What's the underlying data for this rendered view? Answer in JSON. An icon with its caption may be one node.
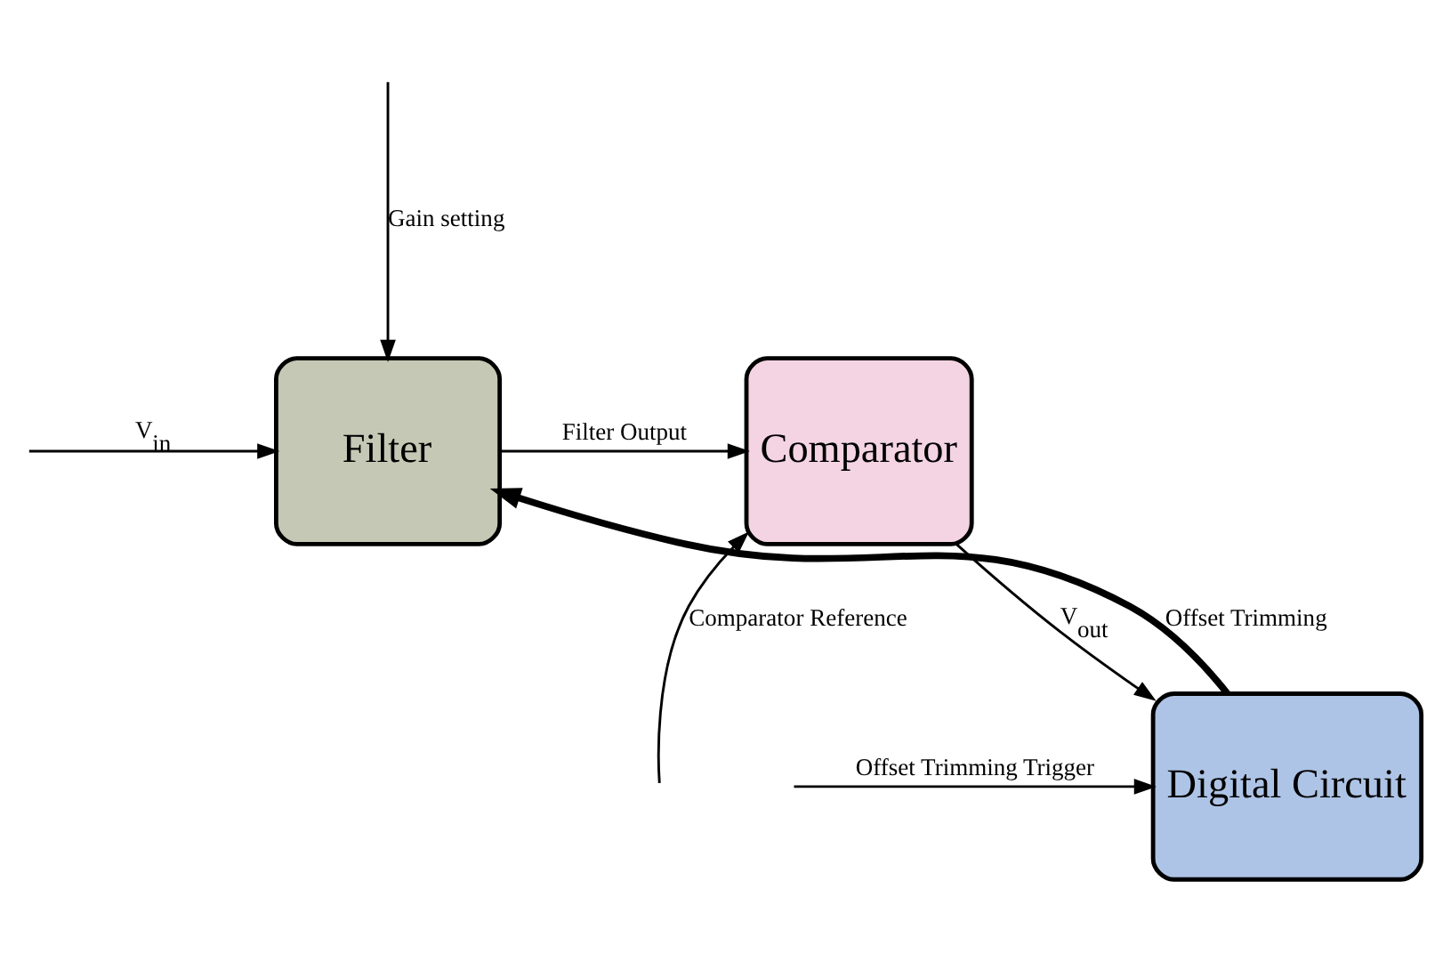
{
  "diagram": {
    "nodes": [
      {
        "text": [
          "Filter"
        ]
      },
      {
        "text": [
          "Comparator"
        ]
      },
      {
        "text": [
          "Digital Circuit"
        ]
      }
    ],
    "edges": [
      {
        "from": null,
        "to": 0,
        "arrow": "to",
        "label": "Gain setting"
      },
      {
        "from": null,
        "to": 0,
        "arrow": "to",
        "label": "V$_{in}$"
      },
      {
        "from": 0,
        "to": 1,
        "arrow": "to",
        "label": "Filter Output"
      },
      {
        "from": null,
        "to": 1,
        "arrow": "to",
        "label": "Comparator Reference"
      },
      {
        "from": 1,
        "to": 2,
        "arrow": "to",
        "label": "V$_{out}$"
      },
      {
        "from": 2,
        "to": 0,
        "arrow": "to",
        "label": "Offset Trimming",
        "style": "thick"
      },
      {
        "from": null,
        "to": 2,
        "arrow": "to",
        "label": "Offset Trimming Trigger"
      }
    ]
  }
}
